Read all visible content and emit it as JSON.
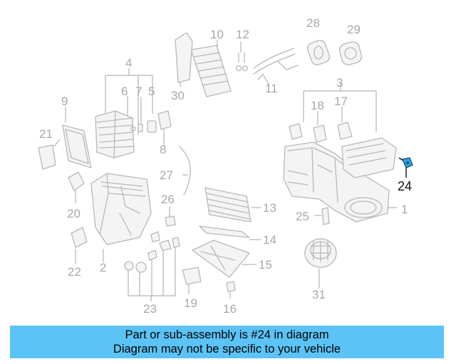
{
  "callouts": [
    "1",
    "2",
    "3",
    "4",
    "5",
    "6",
    "7",
    "8",
    "9",
    "10",
    "11",
    "12",
    "13",
    "14",
    "15",
    "16",
    "17",
    "18",
    "19",
    "20",
    "21",
    "22",
    "23",
    "24",
    "25",
    "26",
    "27",
    "28",
    "29",
    "30",
    "31"
  ],
  "highlighted_callout": "24",
  "caption": {
    "line1": "Part or sub-assembly is #24 in diagram",
    "line2": "Diagram may not be specific to your vehicle"
  },
  "colors": {
    "caption_bg": "#5bc3f5",
    "highlight": "#2aa7e0",
    "callout_gray": "#a8a8a8"
  }
}
